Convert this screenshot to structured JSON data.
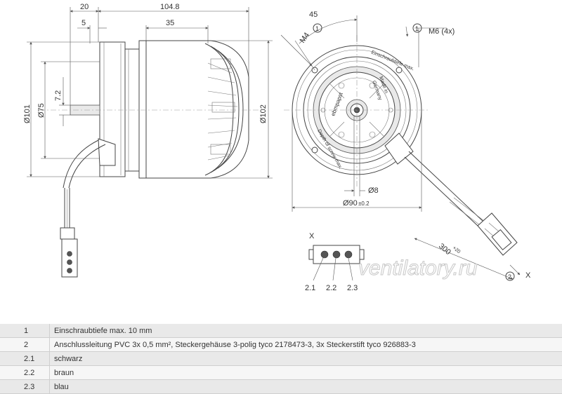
{
  "dimensions": {
    "length_total": "104.8",
    "flange_width": "20",
    "step": "5",
    "body_length": "35",
    "dia_101": "Ø101",
    "dia_75": "Ø75",
    "shaft_offset": "7.2",
    "dia_102": "Ø102",
    "angle": "45",
    "thread_m4": "M4",
    "thread_m6": "M6 (4x)",
    "dia_8": "Ø8",
    "dia_90": "Ø90",
    "dia_90_tol": "±0.2",
    "cable_length": "300",
    "cable_tol": "+20"
  },
  "callouts": {
    "note_1": "1",
    "note_1b": "1",
    "note_2": "2",
    "pin_1": "2.1",
    "pin_2": "2.2",
    "pin_3": "2.3",
    "view_x": "X",
    "view_x2": "X"
  },
  "face_labels": {
    "screw_depth": "Einschraubtiefe max.",
    "manufacturer": "Made in",
    "country": "Germany",
    "brand": "ebmpapst",
    "depth_text": "Depth of screw max."
  },
  "watermark": "ventilatory.ru",
  "legend": [
    {
      "num": "1",
      "text": "Einschraubtiefe max. 10 mm"
    },
    {
      "num": "2",
      "text": "Anschlussleitung PVC 3x 0,5 mm², Steckergehäuse 3-polig tyco 2178473-3, 3x Steckerstift tyco 926883-3"
    },
    {
      "num": "2.1",
      "text": "schwarz"
    },
    {
      "num": "2.2",
      "text": "braun"
    },
    {
      "num": "2.3",
      "text": "blau"
    }
  ]
}
